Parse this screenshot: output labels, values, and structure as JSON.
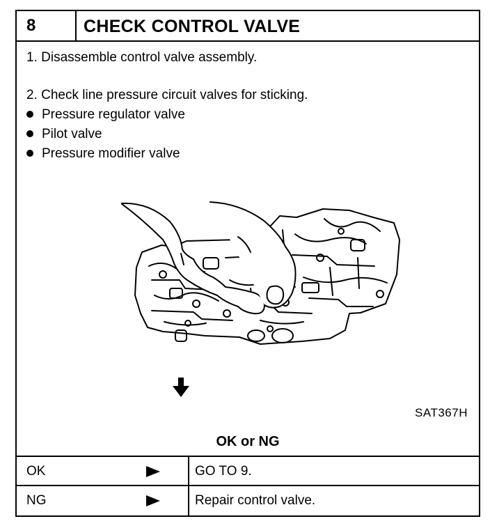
{
  "header": {
    "step_number": "8",
    "title": "CHECK CONTROL VALVE"
  },
  "instructions": {
    "step1": "1.  Disassemble control valve assembly.",
    "step2": "2.  Check line pressure circuit valves for sticking.",
    "bullets": [
      "Pressure regulator valve",
      "Pilot valve",
      "Pressure modifier valve"
    ]
  },
  "figure": {
    "code": "SAT367H"
  },
  "result": {
    "heading": "OK or NG",
    "rows": [
      {
        "label": "OK",
        "action": "GO TO 9."
      },
      {
        "label": "NG",
        "action": "Repair control valve."
      }
    ]
  }
}
